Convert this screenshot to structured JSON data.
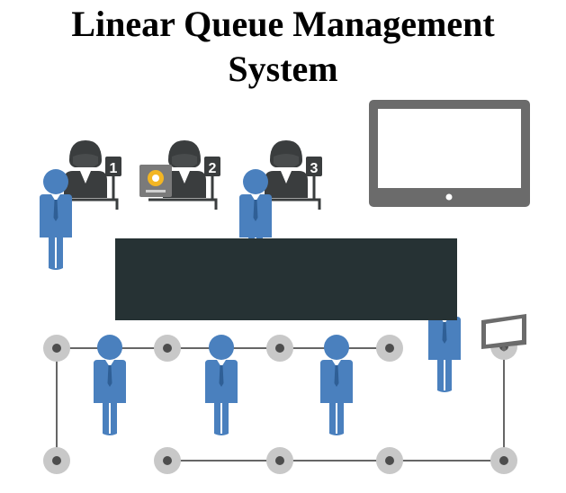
{
  "title": {
    "line1": "Linear Queue Management",
    "line2": "System"
  },
  "counters": [
    {
      "number": "1"
    },
    {
      "number": "2"
    },
    {
      "number": "3"
    }
  ],
  "colors": {
    "person_blue": "#4a80be",
    "agent_dark": "#3a3d3e",
    "desk_counter": "#263234",
    "stanchion_post": "#c8c8c8",
    "stanchion_core": "#4d4d4d",
    "rope": "#666666",
    "monitor_frame": "#6b6b6b",
    "dispenser_accent": "#f3b623"
  },
  "icons": [
    "agent-icon",
    "customer-icon",
    "ticket-dispenser-icon",
    "display-monitor-icon",
    "stanchion-post-icon",
    "queue-screen-icon"
  ]
}
